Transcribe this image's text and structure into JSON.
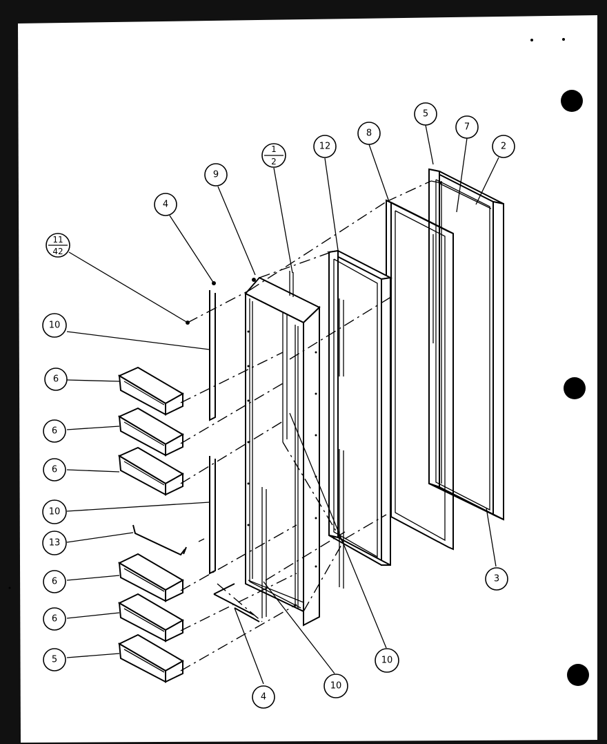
{
  "callouts": {
    "c5_top": "5",
    "c7": "7",
    "c2": "2",
    "c8": "8",
    "c12": "12",
    "c9": "9",
    "c4_top": "4",
    "c1_2_num": "1",
    "c1_2_den": "2",
    "c11_42_num": "11",
    "c11_42_den": "42",
    "c10_a": "10",
    "c6_a": "6",
    "c6_b": "6",
    "c6_c": "6",
    "c10_b": "10",
    "c13": "13",
    "c6_d": "6",
    "c6_e": "6",
    "c5_bottom": "5",
    "c3": "3",
    "c10_c": "10",
    "c10_d": "10",
    "c4_bottom": "4"
  },
  "colors": {
    "ink": "#000000",
    "paper": "#ffffff",
    "background": "#111111"
  }
}
